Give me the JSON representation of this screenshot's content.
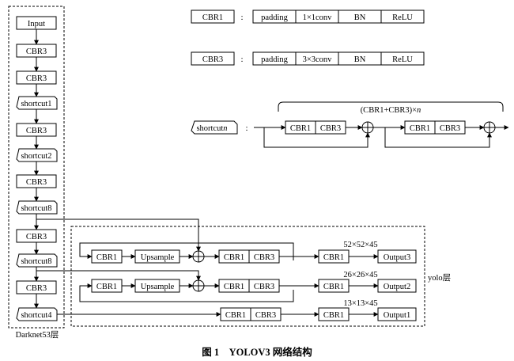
{
  "legend": {
    "cbr1": {
      "name": "CBR1",
      "colon": ":",
      "parts": [
        "padding",
        "1×1conv",
        "BN",
        "ReLU"
      ]
    },
    "cbr3": {
      "name": "CBR3",
      "colon": ":",
      "parts": [
        "padding",
        "3×3conv",
        "BN",
        "ReLU"
      ]
    },
    "shortcut": {
      "name": "shortcut",
      "var": "n",
      "colon": ":",
      "repeat_label": "(CBR1+CBR3)×",
      "repeat_var": "n",
      "block1": "CBR1",
      "block2": "CBR3"
    }
  },
  "backbone": {
    "label": "Darknet53层",
    "nodes": [
      "Input",
      "CBR3",
      "CBR3",
      "shortcut1",
      "CBR3",
      "shortcut2",
      "CBR3",
      "shortcut8",
      "CBR3",
      "shortcut8",
      "CBR3",
      "shortcut4"
    ]
  },
  "yolo": {
    "label": "yolo层",
    "rows": [
      {
        "cbr1": "CBR1",
        "upsample": "Upsample",
        "b1": "CBR1",
        "b2": "CBR3",
        "head": "CBR1",
        "size": "52×52×45",
        "output": "Output3"
      },
      {
        "cbr1": "CBR1",
        "upsample": "Upsample",
        "b1": "CBR1",
        "b2": "CBR3",
        "head": "CBR1",
        "size": "26×26×45",
        "output": "Output2"
      },
      {
        "b1": "CBR1",
        "b2": "CBR3",
        "head": "CBR1",
        "size": "13×13×45",
        "output": "Output1"
      }
    ]
  },
  "caption": "图 1　YOLOV3 网络结构"
}
